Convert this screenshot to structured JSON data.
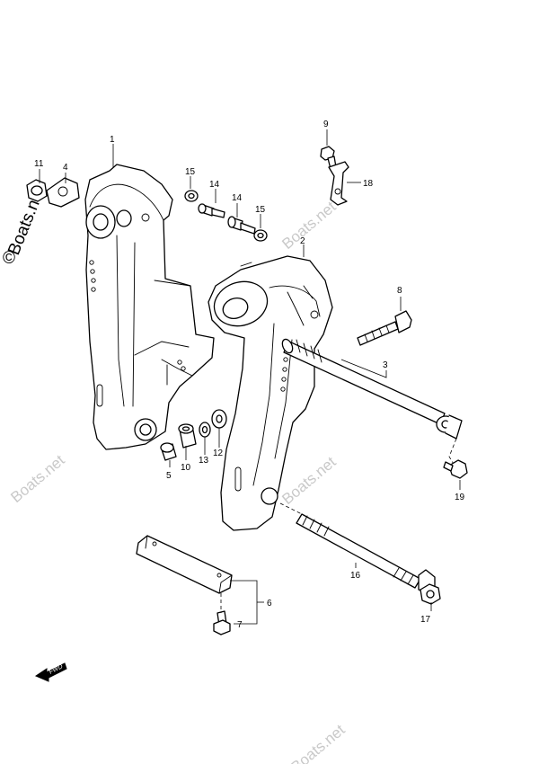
{
  "watermark": {
    "brand": "Boats.net",
    "copyright_symbol": "©"
  },
  "fwd_marker": {
    "label": "FWD"
  },
  "callouts": {
    "p1": "1",
    "p2": "2",
    "p3": "3",
    "p4": "4",
    "p5": "5",
    "p6": "6",
    "p7": "7",
    "p8": "8",
    "p9": "9",
    "p10": "10",
    "p11": "11",
    "p12": "12",
    "p13": "13",
    "p14a": "14",
    "p14b": "14",
    "p15a": "15",
    "p15b": "15",
    "p16": "16",
    "p17": "17",
    "p18": "18",
    "p19": "19"
  }
}
